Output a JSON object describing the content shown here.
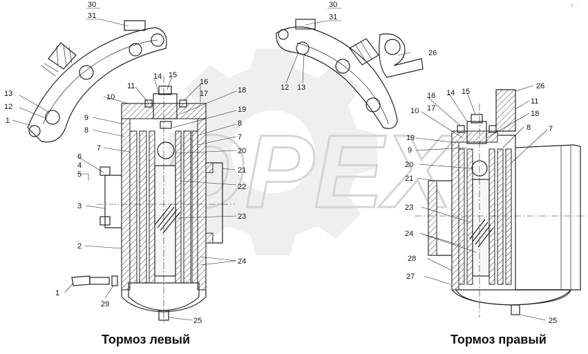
{
  "captions": {
    "left": "Тормоз левый",
    "right": "Тормоз правый"
  },
  "watermark": {
    "text": "OPEX"
  },
  "corner_mark": "© ...",
  "left_callouts": {
    "c30": "30",
    "c31": "31",
    "c13": "13",
    "c12": "12",
    "c1a": "1",
    "c10": "10",
    "c11": "11",
    "c14": "14",
    "c15": "15",
    "c16": "16",
    "c17": "17",
    "c18": "18",
    "c9": "9",
    "c19": "19",
    "c8a": "8",
    "c8b": "8",
    "c7a": "7",
    "c7b": "7",
    "c20": "20",
    "c6": "6",
    "c4": "4",
    "c5": "5",
    "c21": "21",
    "c22": "22",
    "c3": "3",
    "c23": "23",
    "c2": "2",
    "c24": "24",
    "c1b": "1",
    "c29": "29",
    "c25": "25"
  },
  "right_callouts": {
    "c30": "30",
    "c31": "31",
    "c26a": "26",
    "c12": "12",
    "c13": "13",
    "c26b": "26",
    "c16": "16",
    "c17": "17",
    "c14": "14",
    "c15": "15",
    "c11": "11",
    "c10": "10",
    "c18": "18",
    "c8": "8",
    "c7": "7",
    "c19": "19",
    "c9": "9",
    "c20": "20",
    "c21": "21",
    "c23": "23",
    "c24": "24",
    "c28": "28",
    "c27": "27",
    "c25": "25"
  },
  "colors": {
    "line": "#222222",
    "background": "#ffffff",
    "watermark": "#e2e2e2"
  }
}
